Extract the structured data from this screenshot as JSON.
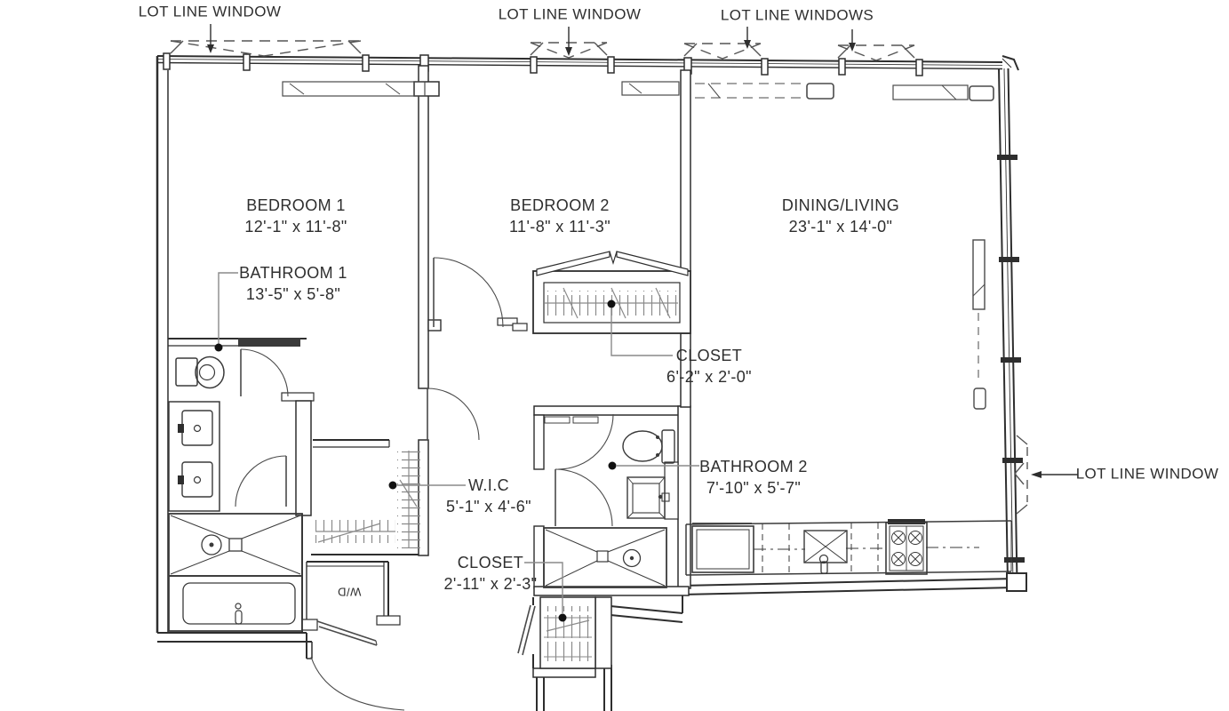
{
  "page": {
    "background": "#ffffff",
    "ink": "#2e2e2e",
    "leader_gray": "#8a8a8a"
  },
  "window_callouts": {
    "top_left": "LOT LINE WINDOW",
    "top_middle": "LOT LINE WINDOW",
    "top_right": "LOT LINE WINDOWS",
    "right_side": "LOT LINE WINDOW"
  },
  "rooms": [
    {
      "name": "BEDROOM 1",
      "dimensions": "12'-1\" x 11'-8\""
    },
    {
      "name": "BEDROOM 2",
      "dimensions": "11'-8\" x 11'-3\""
    },
    {
      "name": "DINING/LIVING",
      "dimensions": "23'-1\" x 14'-0\""
    },
    {
      "name": "BATHROOM 1",
      "dimensions": "13'-5\" x 5'-8\""
    },
    {
      "name": "CLOSET",
      "dimensions": "6'-2\" x 2'-0\""
    },
    {
      "name": "W.I.C",
      "dimensions": "5'-1\" x 4'-6\""
    },
    {
      "name": "BATHROOM 2",
      "dimensions": "7'-10\" x 5'-7\""
    },
    {
      "name": "CLOSET",
      "dimensions": "2'-11\" x 2'-3\""
    }
  ],
  "appliances": {
    "washer_dryer": "W/D"
  }
}
